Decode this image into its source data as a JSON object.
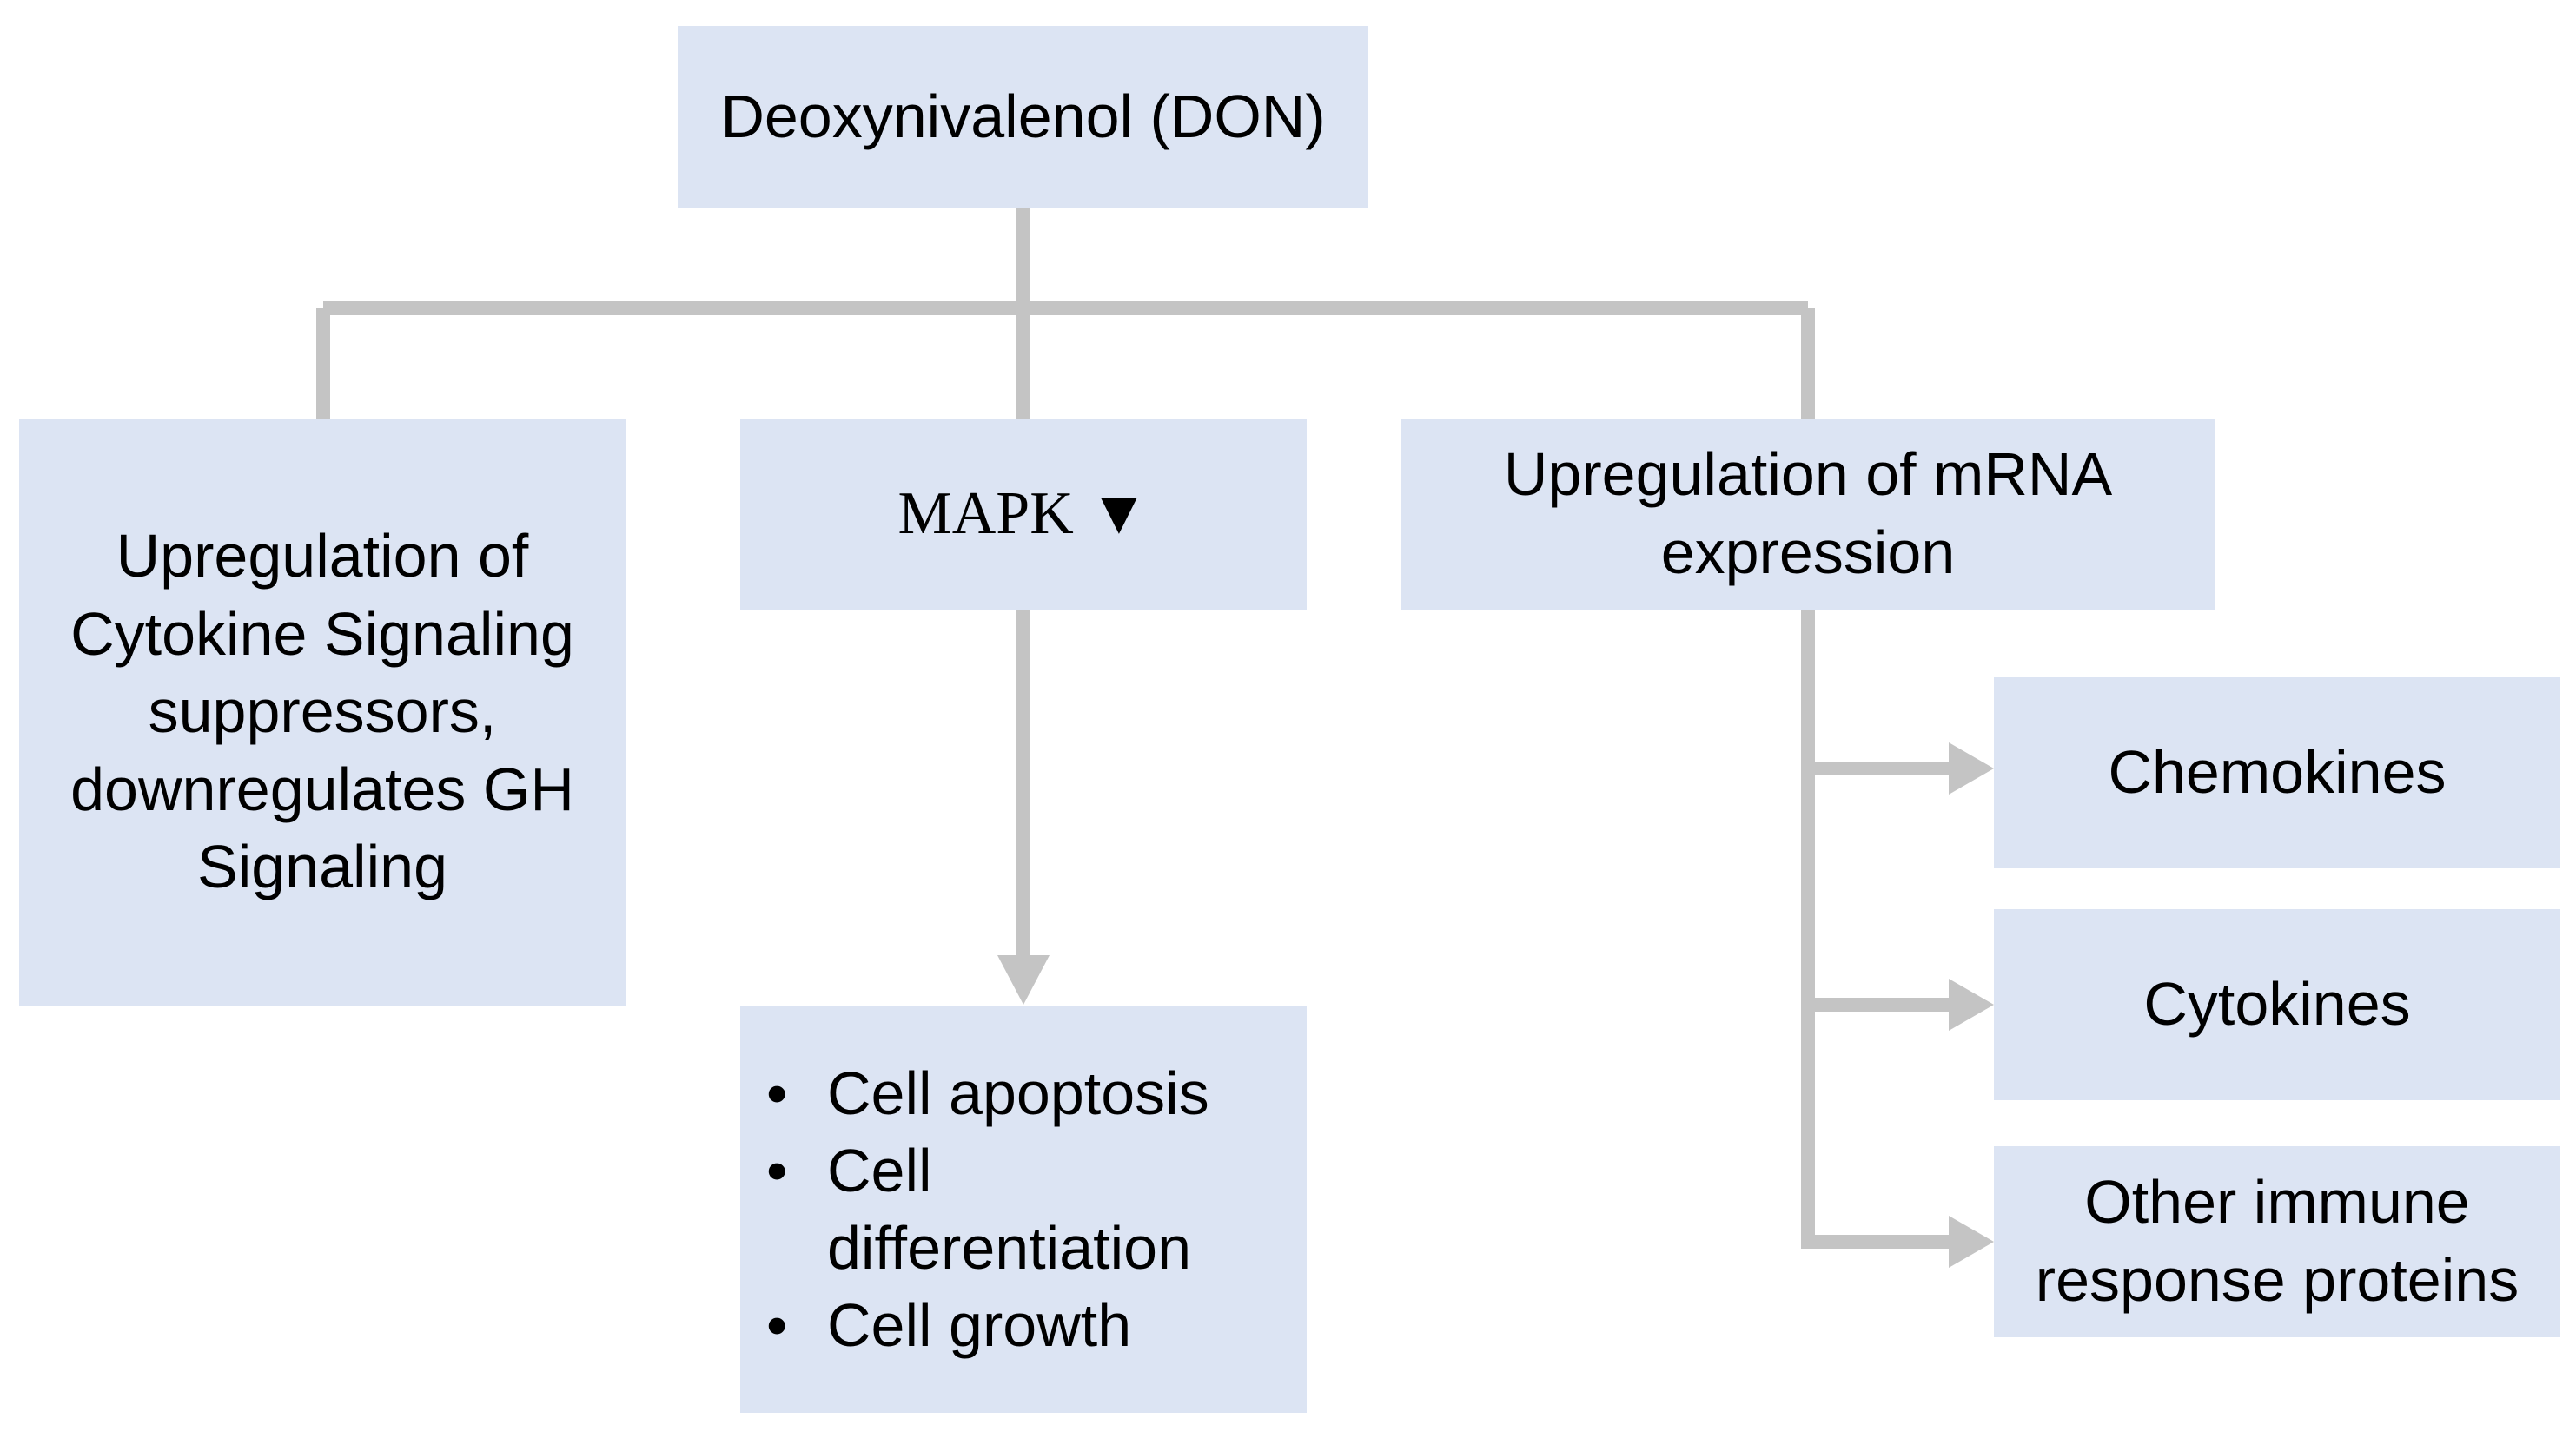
{
  "diagram": {
    "root": {
      "label": "Deoxynivalenol (DON)"
    },
    "branches": {
      "cytokine_signaling": {
        "label": "Upregulation of Cytokine Signaling suppressors, downregulates GH Signaling"
      },
      "mapk": {
        "label": "MAPK ▼",
        "effects": [
          "Cell apoptosis",
          "Cell differentiation",
          "Cell growth"
        ],
        "bullet": "•"
      },
      "mrna": {
        "label": "Upregulation of mRNA expression",
        "targets": [
          "Chemokines",
          "Cytokines",
          "Other immune response proteins"
        ]
      }
    },
    "colors": {
      "node_fill": "#dce4f3",
      "connector": "#c4c4c4",
      "text": "#000000"
    }
  }
}
